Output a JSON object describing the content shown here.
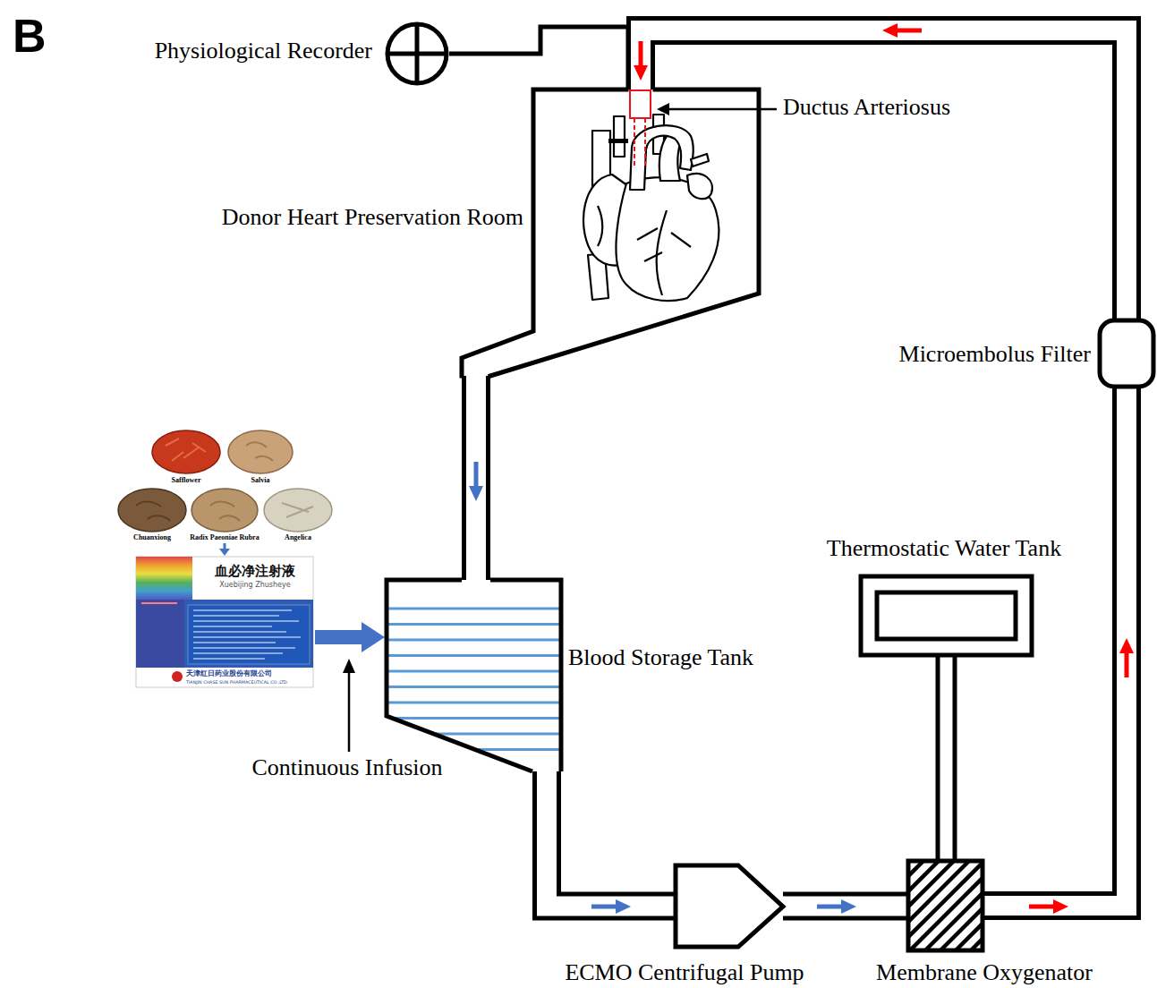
{
  "diagram": {
    "nodes": [
      {
        "text": [
          "Physiological Recorder"
        ]
      },
      {
        "text": [
          "Donor Heart Preservation Room"
        ]
      },
      {
        "text": [
          "Microembolus Filter"
        ]
      },
      {
        "text": [
          "血必净注射液",
          "Xuebijing Zhusheye",
          "天津红日药业股份有限公司",
          "TIANJIN CHASE SUN PHARMACEUTICAL CO.,LTD."
        ]
      },
      {
        "text": [
          "Thermostatic Water Tank"
        ]
      },
      {
        "text": [
          "Blood Storage Tank"
        ]
      },
      {
        "text": [
          "ECMO Centrifugal Pump"
        ]
      },
      {
        "text": [
          "Membrane Oxygenator"
        ]
      }
    ],
    "edges": [
      {
        "from": 5,
        "to": 6,
        "arrow": "to"
      },
      {
        "from": 6,
        "to": 7,
        "arrow": "to"
      },
      {
        "from": 7,
        "to": 2,
        "arrow": "to"
      },
      {
        "from": 2,
        "to": 1,
        "arrow": "to"
      },
      {
        "from": 1,
        "to": 5,
        "arrow": "to"
      },
      {
        "from": 3,
        "to": 5,
        "arrow": "to"
      },
      {
        "from": 4,
        "to": 7,
        "arrow": "none"
      },
      {
        "from": 0,
        "to": 1,
        "arrow": "none"
      }
    ],
    "labels": [
      "B",
      "Ductus Arteriosus",
      "Safflower",
      "Salvia",
      "Chuanxiong",
      "Radix Paeoniae Rubra",
      "Angelica",
      "Continuous Infusion"
    ]
  }
}
